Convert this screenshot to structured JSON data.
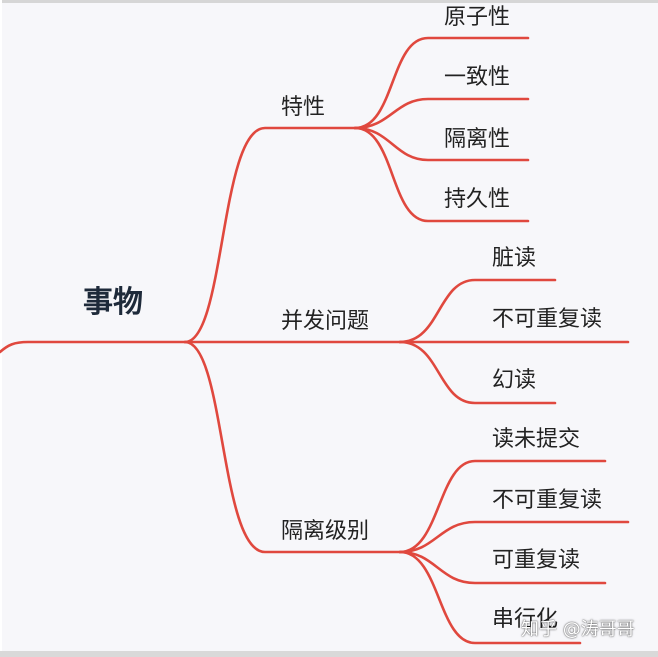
{
  "root": {
    "label": "事物"
  },
  "branches": [
    {
      "label": "特性",
      "children": [
        "原子性",
        "一致性",
        "隔离性",
        "持久性"
      ]
    },
    {
      "label": "并发问题",
      "children": [
        "脏读",
        "不可重复读",
        "幻读"
      ]
    },
    {
      "label": "隔离级别",
      "children": [
        "读未提交",
        "不可重复读",
        "可重复读",
        "串行化"
      ]
    }
  ],
  "watermark": {
    "text": "知乎 @涛哥哥"
  },
  "colors": {
    "line": "#e0483e",
    "text": "#222222",
    "root_text": "#1e2a3a",
    "background": "#f7f7fa"
  }
}
